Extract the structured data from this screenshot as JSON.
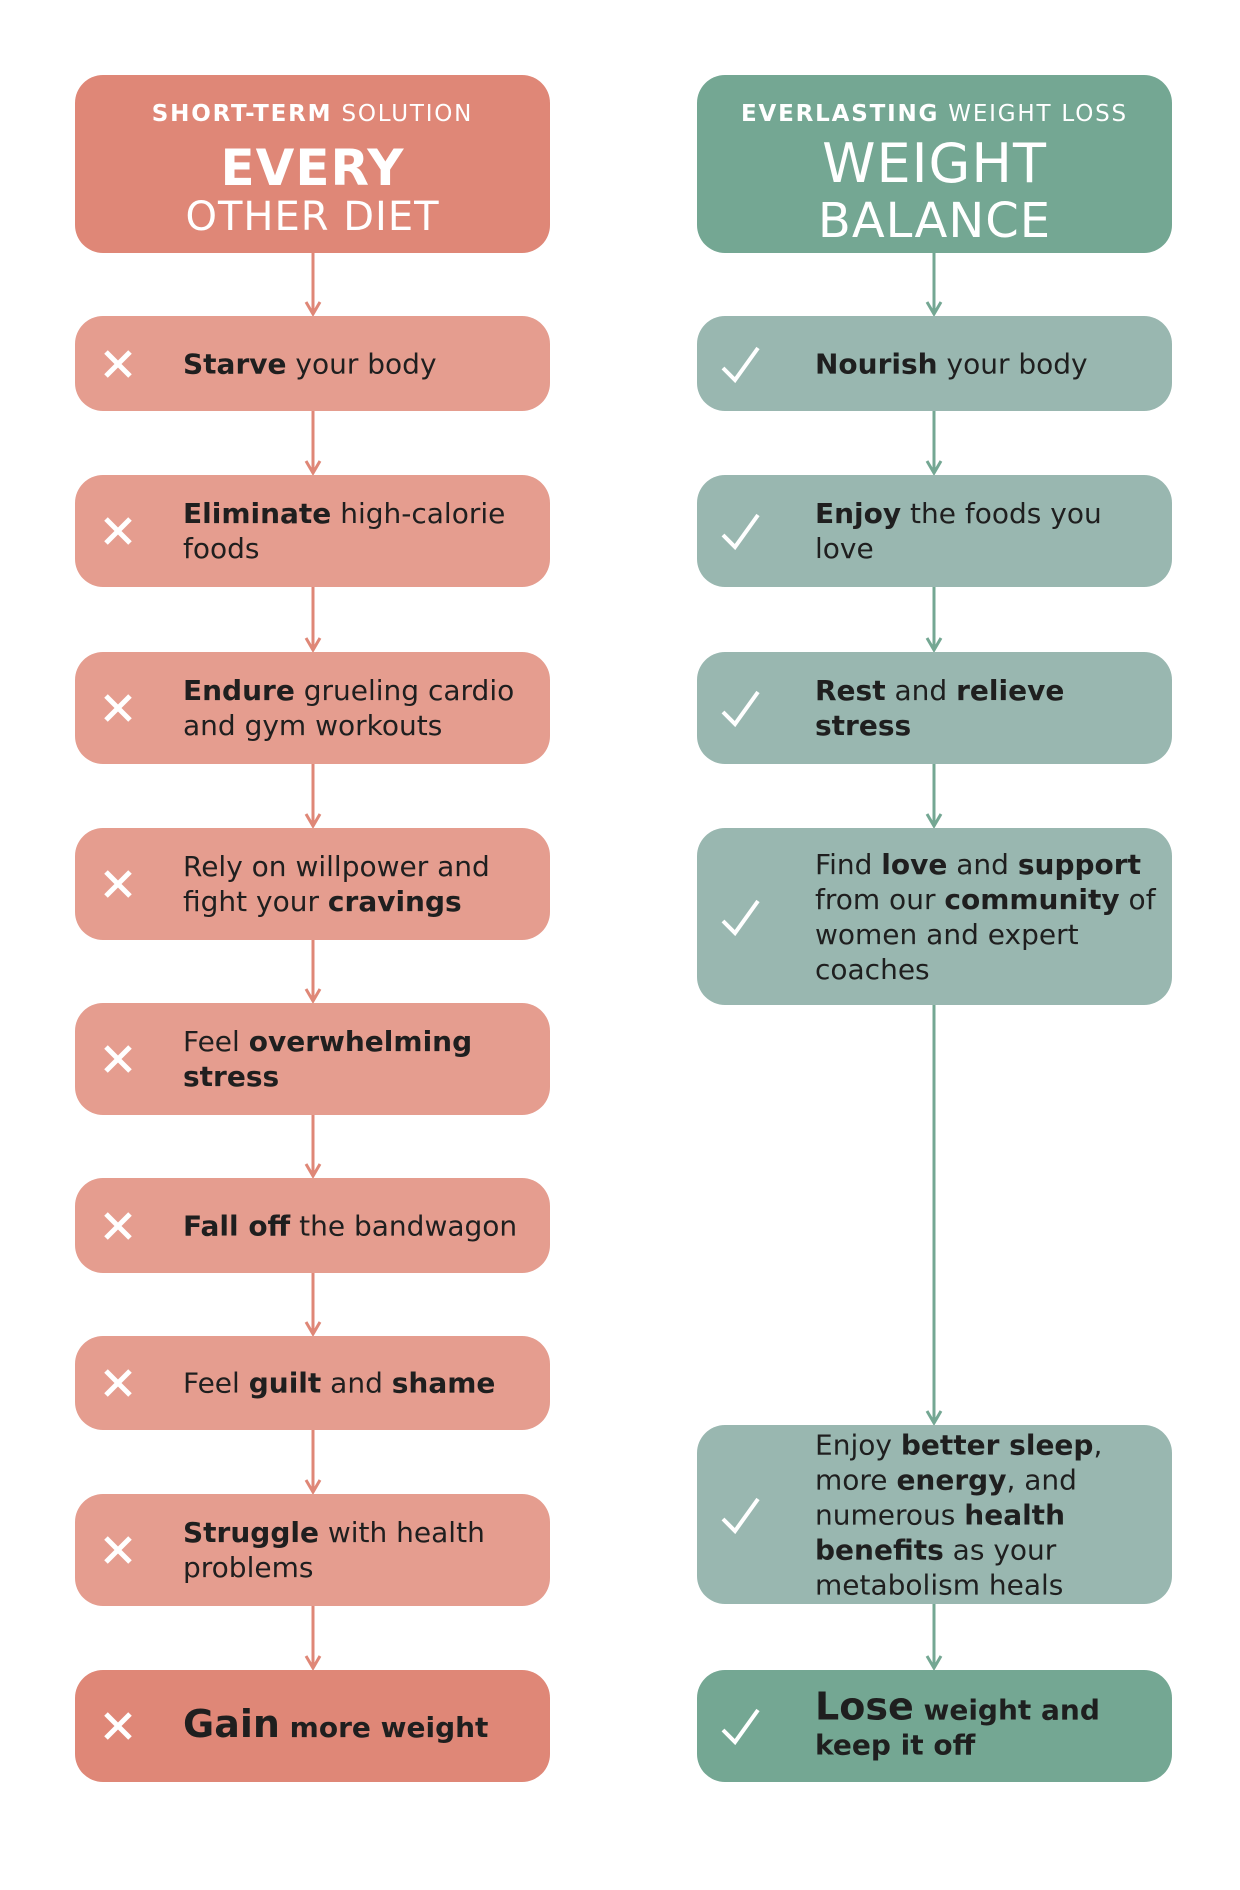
{
  "colors": {
    "left_header": "#df8777",
    "left_step": "#e59d8f",
    "left_final": "#df8777",
    "left_arrow": "#df8777",
    "right_header": "#74a793",
    "right_step": "#99b7b0",
    "right_final": "#74a793",
    "right_arrow": "#74a793",
    "text": "#1f1f1f"
  },
  "left": {
    "subtitle_bold": "SHORT-TERM",
    "subtitle_rest": " SOLUTION",
    "title_line1": "EVERY",
    "title_line2": "OTHER DIET",
    "icon": "x-icon",
    "steps": [
      [
        {
          "t": "Starve",
          "b": true
        },
        {
          "t": " your body",
          "b": false
        }
      ],
      [
        {
          "t": "Eliminate",
          "b": true
        },
        {
          "t": " high-calorie foods",
          "b": false
        }
      ],
      [
        {
          "t": "Endure",
          "b": true
        },
        {
          "t": " grueling cardio and gym workouts",
          "b": false
        }
      ],
      [
        {
          "t": "Rely on willpower and fight your ",
          "b": false
        },
        {
          "t": "cravings",
          "b": true
        }
      ],
      [
        {
          "t": "Feel ",
          "b": false
        },
        {
          "t": "overwhelming stress",
          "b": true
        }
      ],
      [
        {
          "t": "Fall off",
          "b": true
        },
        {
          "t": " the bandwagon",
          "b": false
        }
      ],
      [
        {
          "t": "Feel ",
          "b": false
        },
        {
          "t": "guilt",
          "b": true
        },
        {
          "t": " and ",
          "b": false
        },
        {
          "t": "shame",
          "b": true
        }
      ],
      [
        {
          "t": "Struggle",
          "b": true
        },
        {
          "t": " with health problems",
          "b": false
        }
      ],
      [
        {
          "t": "Gain",
          "b": true,
          "big": true
        },
        {
          "t": " more weight",
          "b": true
        }
      ]
    ]
  },
  "right": {
    "subtitle_bold": "EVERLASTING",
    "subtitle_rest": " WEIGHT LOSS",
    "title_line1": "WEIGHT",
    "title_line2": "BALANCE",
    "icon": "check-icon",
    "steps": [
      [
        {
          "t": "Nourish",
          "b": true
        },
        {
          "t": " your body",
          "b": false
        }
      ],
      [
        {
          "t": "Enjoy",
          "b": true
        },
        {
          "t": " the foods you love",
          "b": false
        }
      ],
      [
        {
          "t": "Rest",
          "b": true
        },
        {
          "t": " and ",
          "b": false
        },
        {
          "t": "relieve stress",
          "b": true
        }
      ],
      [
        {
          "t": "Find ",
          "b": false
        },
        {
          "t": "love",
          "b": true
        },
        {
          "t": " and ",
          "b": false
        },
        {
          "t": "support",
          "b": true
        },
        {
          "t": " from our ",
          "b": false
        },
        {
          "t": "community",
          "b": true
        },
        {
          "t": " of women and expert coaches",
          "b": false
        }
      ],
      [
        {
          "t": "Enjoy ",
          "b": false
        },
        {
          "t": "better sleep",
          "b": true
        },
        {
          "t": ", more ",
          "b": false
        },
        {
          "t": "energy",
          "b": true
        },
        {
          "t": ", and numerous ",
          "b": false
        },
        {
          "t": "health benefits",
          "b": true
        },
        {
          "t": " as your metabolism heals",
          "b": false
        }
      ],
      [
        {
          "t": "Lose",
          "b": true,
          "big": true
        },
        {
          "t": " weight and keep it off",
          "b": true
        }
      ]
    ]
  }
}
